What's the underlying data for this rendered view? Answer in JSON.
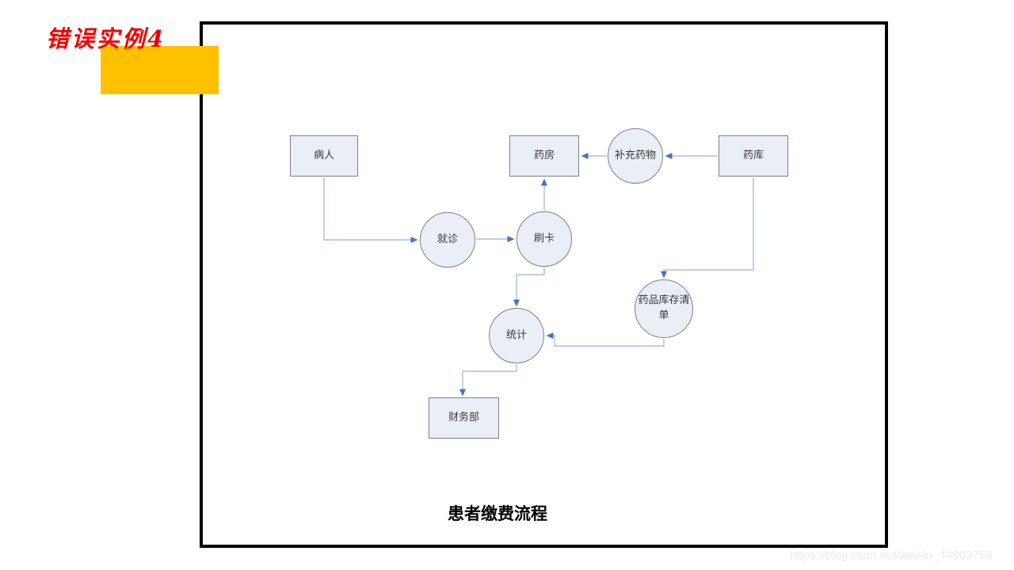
{
  "slide": {
    "corner_label": "错误实例4",
    "diagram_title": "患者缴费流程",
    "watermark": "https://blog.csdn.net/weixin_44803753"
  },
  "colors": {
    "corner_label_red": "#f00000",
    "highlight_block_orange": "#ffc000",
    "frame_border": "#000000",
    "shape_fill": "#e9eef7",
    "shape_border": "#7f7f7f",
    "connector_line": "#95b3d7",
    "arrowhead": "#4472c4",
    "watermark_gray": "#ebebeb"
  },
  "diagram": {
    "nodes": [
      {
        "id": "patient",
        "label": "病人",
        "shape": "rect"
      },
      {
        "id": "pharmacy",
        "label": "药房",
        "shape": "rect"
      },
      {
        "id": "restock-medicine",
        "label": "补充药物",
        "shape": "circle"
      },
      {
        "id": "medicine-warehouse",
        "label": "药库",
        "shape": "rect"
      },
      {
        "id": "visit-doctor",
        "label": "就诊",
        "shape": "circle"
      },
      {
        "id": "swipe-card",
        "label": "刷卡",
        "shape": "circle"
      },
      {
        "id": "inventory-list",
        "label": "药品库存清单",
        "shape": "circle"
      },
      {
        "id": "statistics",
        "label": "统计",
        "shape": "circle"
      },
      {
        "id": "finance-dept",
        "label": "财务部",
        "shape": "rect"
      }
    ],
    "edges": [
      {
        "from": "病人",
        "to": "就诊"
      },
      {
        "from": "就诊",
        "to": "刷卡"
      },
      {
        "from": "刷卡",
        "to": "药房"
      },
      {
        "from": "补充药物",
        "to": "药房"
      },
      {
        "from": "药库",
        "to": "补充药物"
      },
      {
        "from": "药库",
        "to": "药品库存清单"
      },
      {
        "from": "刷卡",
        "to": "统计"
      },
      {
        "from": "药品库存清单",
        "to": "统计"
      },
      {
        "from": "统计",
        "to": "财务部"
      }
    ]
  }
}
